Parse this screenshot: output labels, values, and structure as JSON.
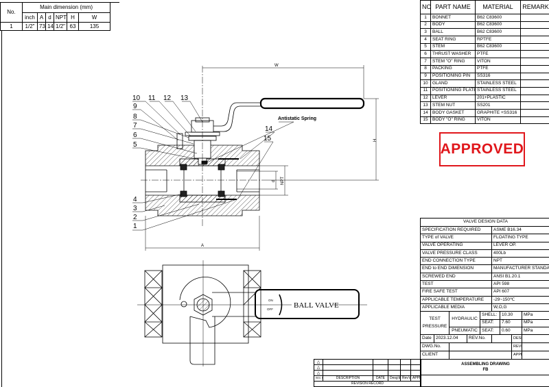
{
  "dimension_table": {
    "no_label": "No.",
    "main_label": "Main dimension (mm)",
    "columns": [
      "inch",
      "A",
      "d",
      "NPT",
      "H",
      "W"
    ],
    "rows": [
      {
        "no": "1",
        "values": [
          "1/2\"",
          "73",
          "14",
          "1/2\"",
          "63",
          "135"
        ]
      }
    ]
  },
  "parts_list": {
    "headers": {
      "no": "NO",
      "part_name": "PART NAME",
      "material": "MATERIAL",
      "remark": "REMARK"
    },
    "rows": [
      {
        "no": "1",
        "part": "BONNET",
        "material": "B62  C83600"
      },
      {
        "no": "2",
        "part": "BODY",
        "material": "B62  C83600"
      },
      {
        "no": "3",
        "part": "BALL",
        "material": "B62  C83600"
      },
      {
        "no": "4",
        "part": "SEAT RING",
        "material": "RPTFE"
      },
      {
        "no": "5",
        "part": "STEM",
        "material": "B62  C83600"
      },
      {
        "no": "6",
        "part": "THRUST WASHER",
        "material": "PTFE"
      },
      {
        "no": "7",
        "part": "STEM \"O\" RING",
        "material": "VITON"
      },
      {
        "no": "8",
        "part": "PACKING",
        "material": "PTFE"
      },
      {
        "no": "9",
        "part": "POSITIONING PIN",
        "material": "SS316"
      },
      {
        "no": "10",
        "part": "GLAND",
        "material": "STAINLESS STEEL"
      },
      {
        "no": "11",
        "part": "POSITIONING PLATE",
        "material": "STAINLESS STEEL"
      },
      {
        "no": "12",
        "part": "LEVER",
        "material": "201+PLASTIC"
      },
      {
        "no": "13",
        "part": "STEM NUT",
        "material": "SS201"
      },
      {
        "no": "14",
        "part": "BODY GASKET",
        "material": "GRAPHITE +SS316"
      },
      {
        "no": "15",
        "part": "BODY \"O\" RING",
        "material": "VITON"
      }
    ]
  },
  "stamp": {
    "text": "APPROVED",
    "color": "#e0161b"
  },
  "drawing": {
    "dim_w": "W",
    "dim_h": "H",
    "dim_a": "A",
    "dim_d": "d",
    "dim_npt": "NPT",
    "antistatic_label": "Antistatic Spring",
    "callouts": [
      "1",
      "2",
      "3",
      "4",
      "5",
      "6",
      "7",
      "8",
      "9",
      "10",
      "11",
      "12",
      "13",
      "14",
      "15"
    ],
    "lever_text": "BALL VALVE",
    "on_label": "ON",
    "off_label": "OFF"
  },
  "design_data": {
    "title": "VALVE DESIGN DATA",
    "rows": [
      {
        "label": "SPECIFICATION REQUIRED",
        "value": "ASME B16.34"
      },
      {
        "label": "TYPE of VALVE",
        "value": "FLOATING TYPE"
      },
      {
        "label": "VALVE OPERATING",
        "value": "LEVER OP."
      },
      {
        "label": "VALVE PRESSURE CLASS",
        "value": "400Lb"
      },
      {
        "label": "END CONNECTION TYPE",
        "value": "NPT"
      },
      {
        "label": "END to END DIMENSION",
        "value": "MANUFACTURER STANDARD"
      },
      {
        "label": "SCREWED END",
        "value": "ANSI B1.20.1"
      },
      {
        "label": "TEST",
        "value": "API 598"
      },
      {
        "label": "FIRE SAFE TEST",
        "value": "API 607"
      },
      {
        "label": "APPLICABLE TEMPERATURE",
        "value": "-29~150℃"
      },
      {
        "label": "APPLICABLE MEDIA",
        "value": "W,O,G"
      }
    ],
    "test_pressure": {
      "label_line1": "TEST",
      "label_line2": "PRESSURE",
      "hydraulic": "HYDRAULIC",
      "pneumatic": "PNEUMATIC",
      "rows": [
        {
          "kind": "SHELL:",
          "value": "10.30",
          "unit": "MPa"
        },
        {
          "kind": "SEAT:",
          "value": "7.60",
          "unit": "MPa"
        },
        {
          "kind": "SEAT:",
          "value": "0.60",
          "unit": "MPa"
        }
      ]
    },
    "date_label": "Date",
    "date_value": "2023.12.04",
    "rev_label": "REV.No.",
    "designed_label": "DESIGNED",
    "dwg_label": "DWG.No.",
    "reviewed_label": "REVIEWED",
    "client_label": "CLIENT",
    "approved_label": "APPROVED"
  },
  "title_block": {
    "title": "ASSEMBLING  DRAWING",
    "subtitle": "FB"
  },
  "revision_record": {
    "headers": [
      "REV. No.",
      "DESCRIPTION",
      "DATE",
      "Desg'd",
      "Rev'd",
      "APPD"
    ],
    "title": "REVISION RECORD",
    "symbol": "△"
  }
}
